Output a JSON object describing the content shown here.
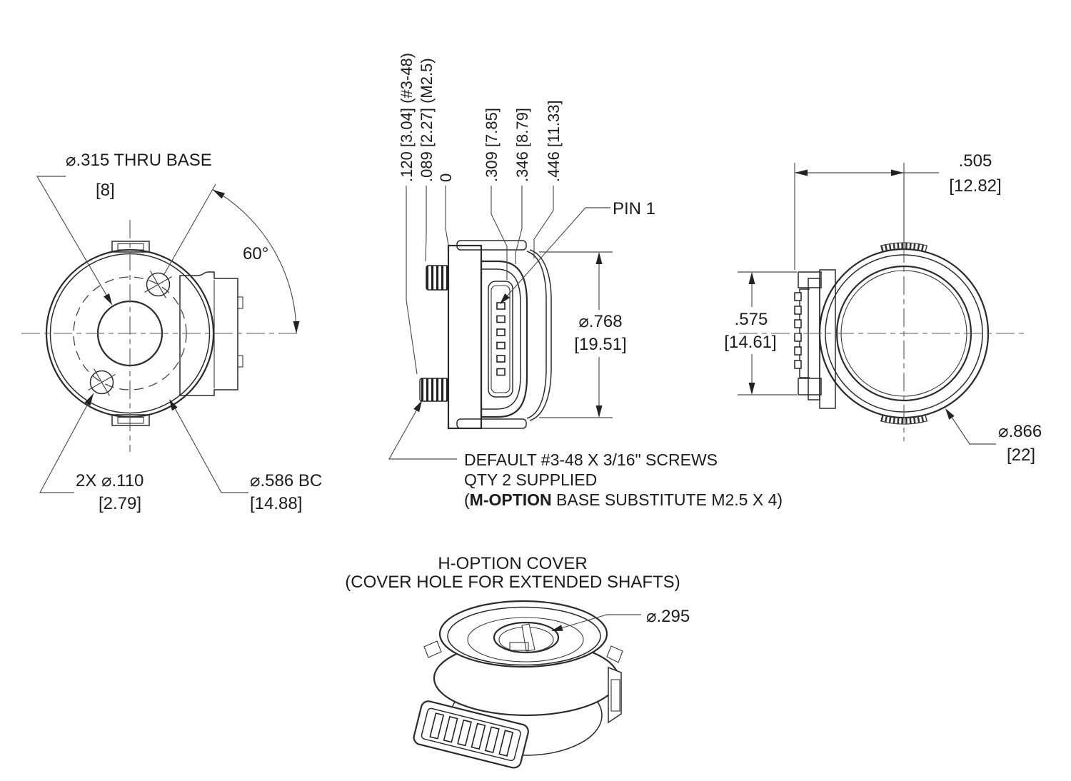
{
  "drawing": {
    "front_view": {
      "bore_label": "⌀.315 THRU BASE",
      "bore_mm": "[8]",
      "angle_label": "60°",
      "holes_label": "2X ⌀.110",
      "holes_mm": "[2.79]",
      "bolt_circle_label": "⌀.586 BC",
      "bolt_circle_mm": "[14.88]"
    },
    "side_view": {
      "offset_120": ".120 [3.04] (#3-48)",
      "offset_089": ".089 [2.27] (M2.5)",
      "offset_0": "0",
      "offset_309": ".309 [7.85]",
      "offset_346": ".346 [8.79]",
      "offset_446": ".446 [11.33]",
      "pin1_label": "PIN 1",
      "dia_label": "⌀.768",
      "dia_mm": "[19.51]",
      "note_line1": "DEFAULT #3-48 X 3/16\" SCREWS",
      "note_line2": "QTY 2 SUPPLIED",
      "note_line3_open": "(",
      "note_line3_bold": "M-OPTION",
      "note_line3_rest": " BASE SUBSTITUTE M2.5 X 4)"
    },
    "rear_view": {
      "width_label": ".505",
      "width_mm": "[12.82]",
      "height_label": ".575",
      "height_mm": "[14.61]",
      "dia_label": "⌀.866",
      "dia_mm": "[22]"
    },
    "iso_view": {
      "title_line1": "H-OPTION COVER",
      "title_line2": "(COVER HOLE FOR EXTENDED SHAFTS)",
      "hole_label": "⌀.295"
    }
  }
}
